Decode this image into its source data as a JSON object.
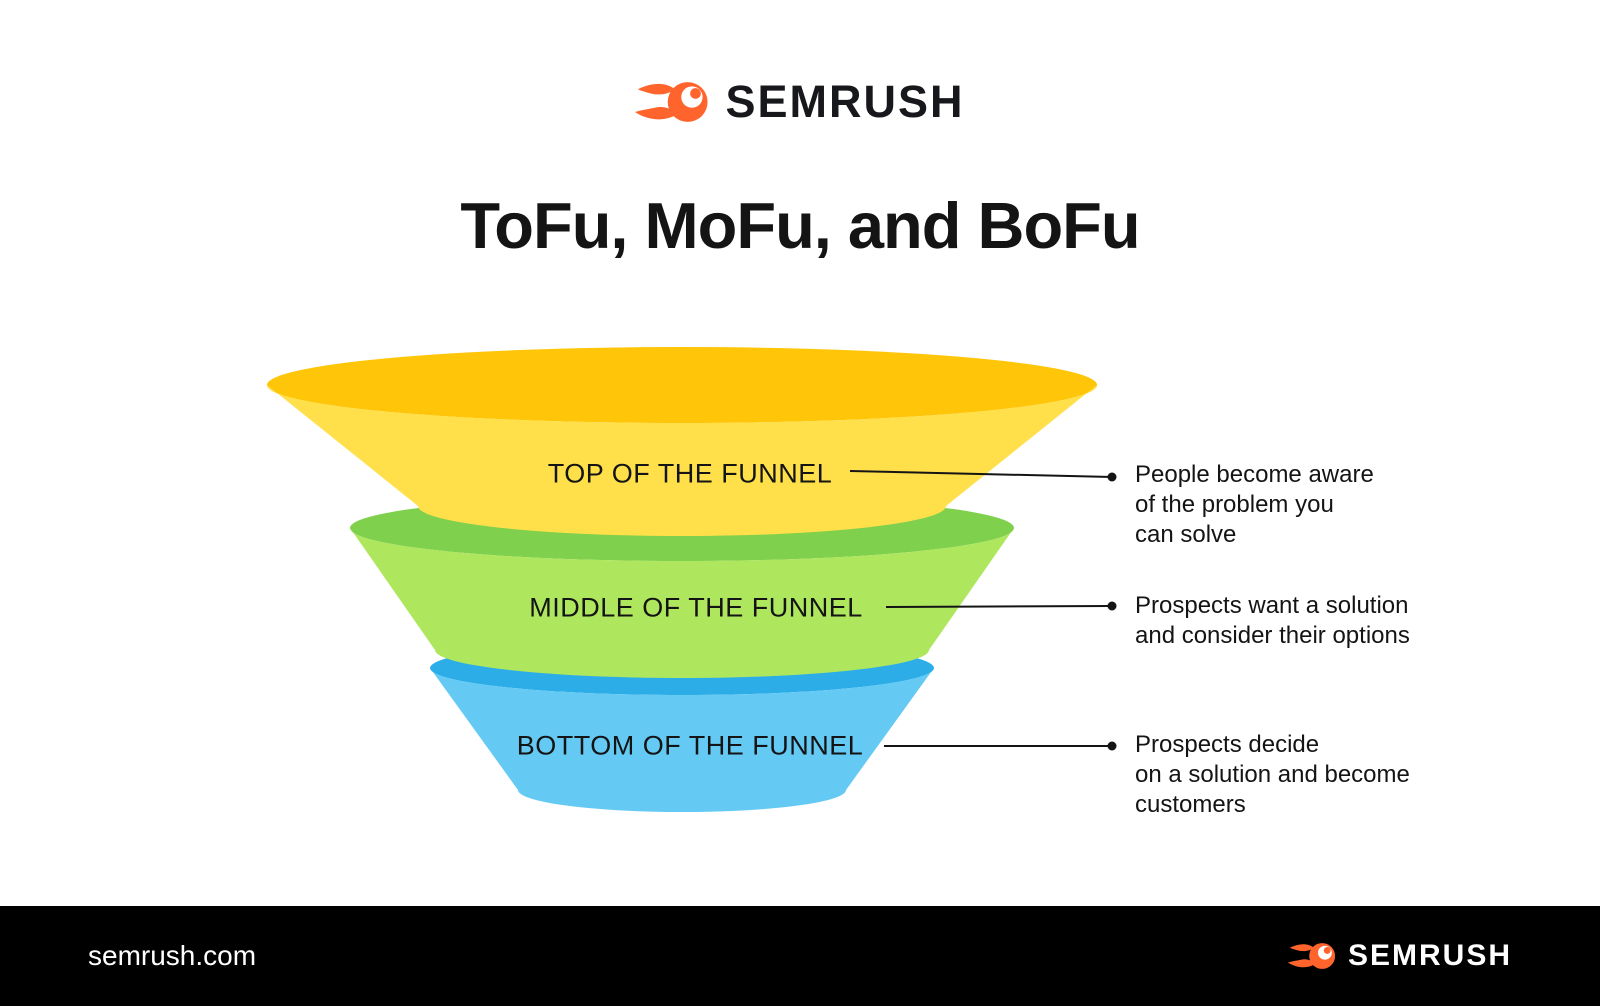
{
  "header": {
    "brand": "SEMRUSH"
  },
  "title": "ToFu, MoFu, and BoFu",
  "funnel": {
    "tiers": [
      {
        "id": "tofu",
        "label": "TOP OF THE FUNNEL",
        "description": "People become aware\nof the problem you\ncan solve",
        "rim_color": "#FFC508",
        "body_color": "#FFE04A"
      },
      {
        "id": "mofu",
        "label": "MIDDLE OF THE FUNNEL",
        "description": "Prospects want a solution\nand consider their options",
        "rim_color": "#7ED04D",
        "body_color": "#AEE65E"
      },
      {
        "id": "bofu",
        "label": "BOTTOM OF THE FUNNEL",
        "description": "Prospects decide\non a solution and become\ncustomers",
        "rim_color": "#2CADE8",
        "body_color": "#64CAF4"
      }
    ]
  },
  "footer": {
    "site": "semrush.com",
    "brand": "SEMRUSH"
  },
  "colors": {
    "brand_orange": "#FF642D",
    "text": "#141414",
    "connector": "#141414",
    "footer_bg": "#000000"
  }
}
